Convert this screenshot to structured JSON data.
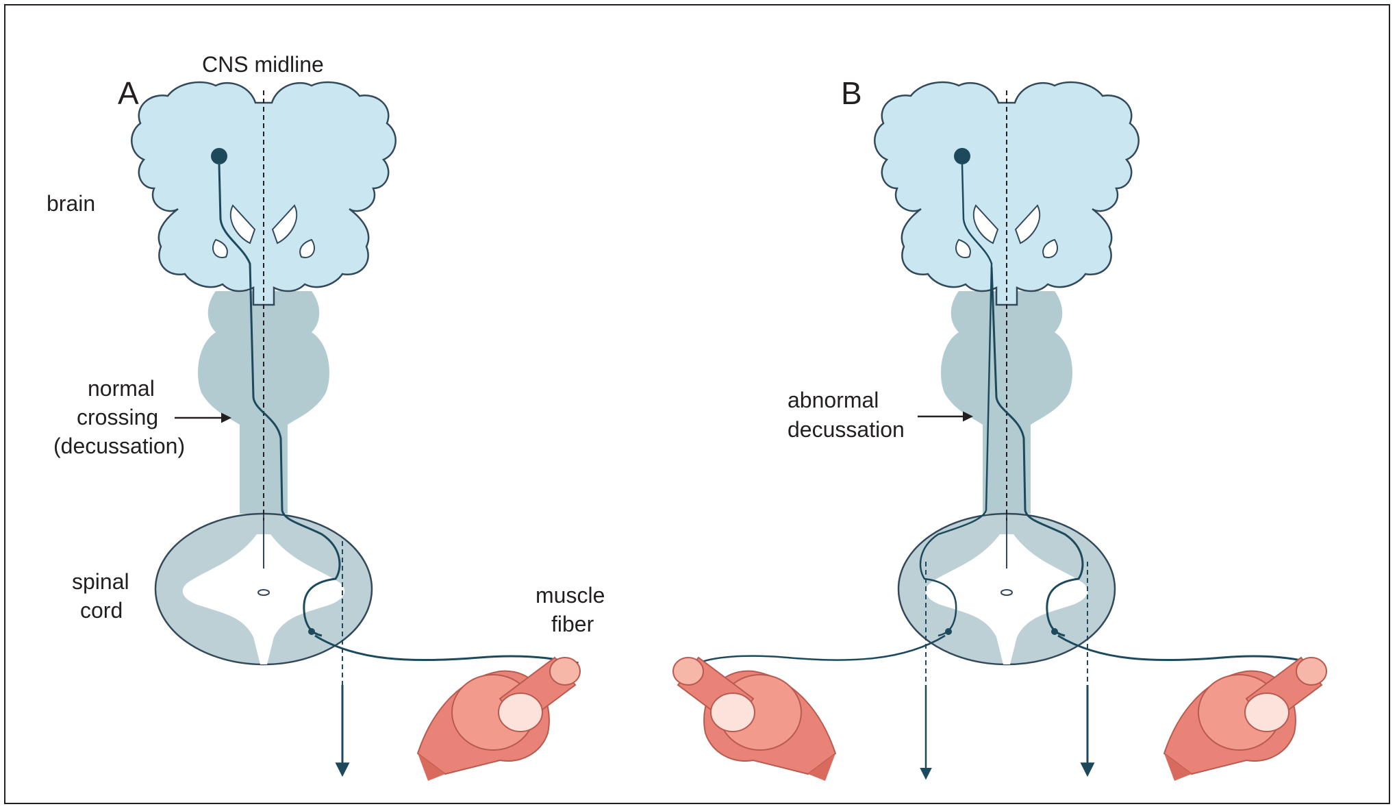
{
  "labels": {
    "midline": "CNS midline",
    "panel_a": "A",
    "panel_b": "B",
    "brain": "brain",
    "normal_crossing_1": "normal",
    "normal_crossing_2": "crossing",
    "normal_crossing_3": "(decussation)",
    "spinal_1": "spinal",
    "spinal_2": "cord",
    "muscle_1": "muscle",
    "muscle_2": "fiber",
    "abnormal_1": "abnormal",
    "abnormal_2": "decussation"
  },
  "colors": {
    "brain_fill": "#c9e6f1",
    "brainstem_fill": "#b2cbd1",
    "cord_fill": "#bcd0d5",
    "outline": "#33495a",
    "neuron": "#1c4a5c",
    "muscle": "#ea8377",
    "muscle_light": "#f6b6a8",
    "frame": "#231f20"
  }
}
